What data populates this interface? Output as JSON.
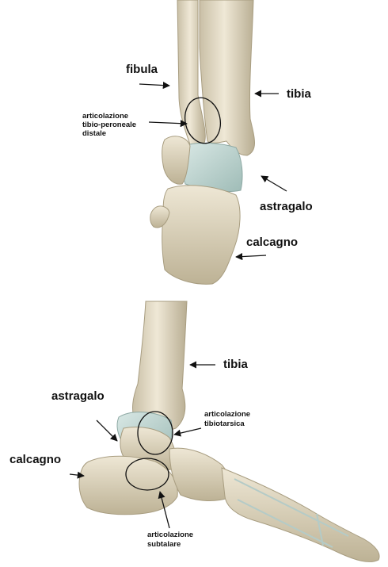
{
  "top_view": {
    "labels": {
      "fibula": "fibula",
      "tibia": "tibia",
      "joint_line1": "articolazione",
      "joint_line2": "tibio-peroneale",
      "joint_line3": "distale",
      "astragalo": "astragalo",
      "calcagno": "calcagno"
    }
  },
  "side_view": {
    "labels": {
      "tibia": "tibia",
      "astragalo": "astragalo",
      "calcagno": "calcagno",
      "tibiotarsal_line1": "articolazione",
      "tibiotarsal_line2": "tibiotarsica",
      "subtalar_line1": "articolazione",
      "subtalar_line2": "subtalare"
    }
  },
  "colors": {
    "bone": "#e4dcc8",
    "bone_shadow": "#b9ae93",
    "cartilage": "#bcd2cf",
    "ink": "#111111"
  }
}
